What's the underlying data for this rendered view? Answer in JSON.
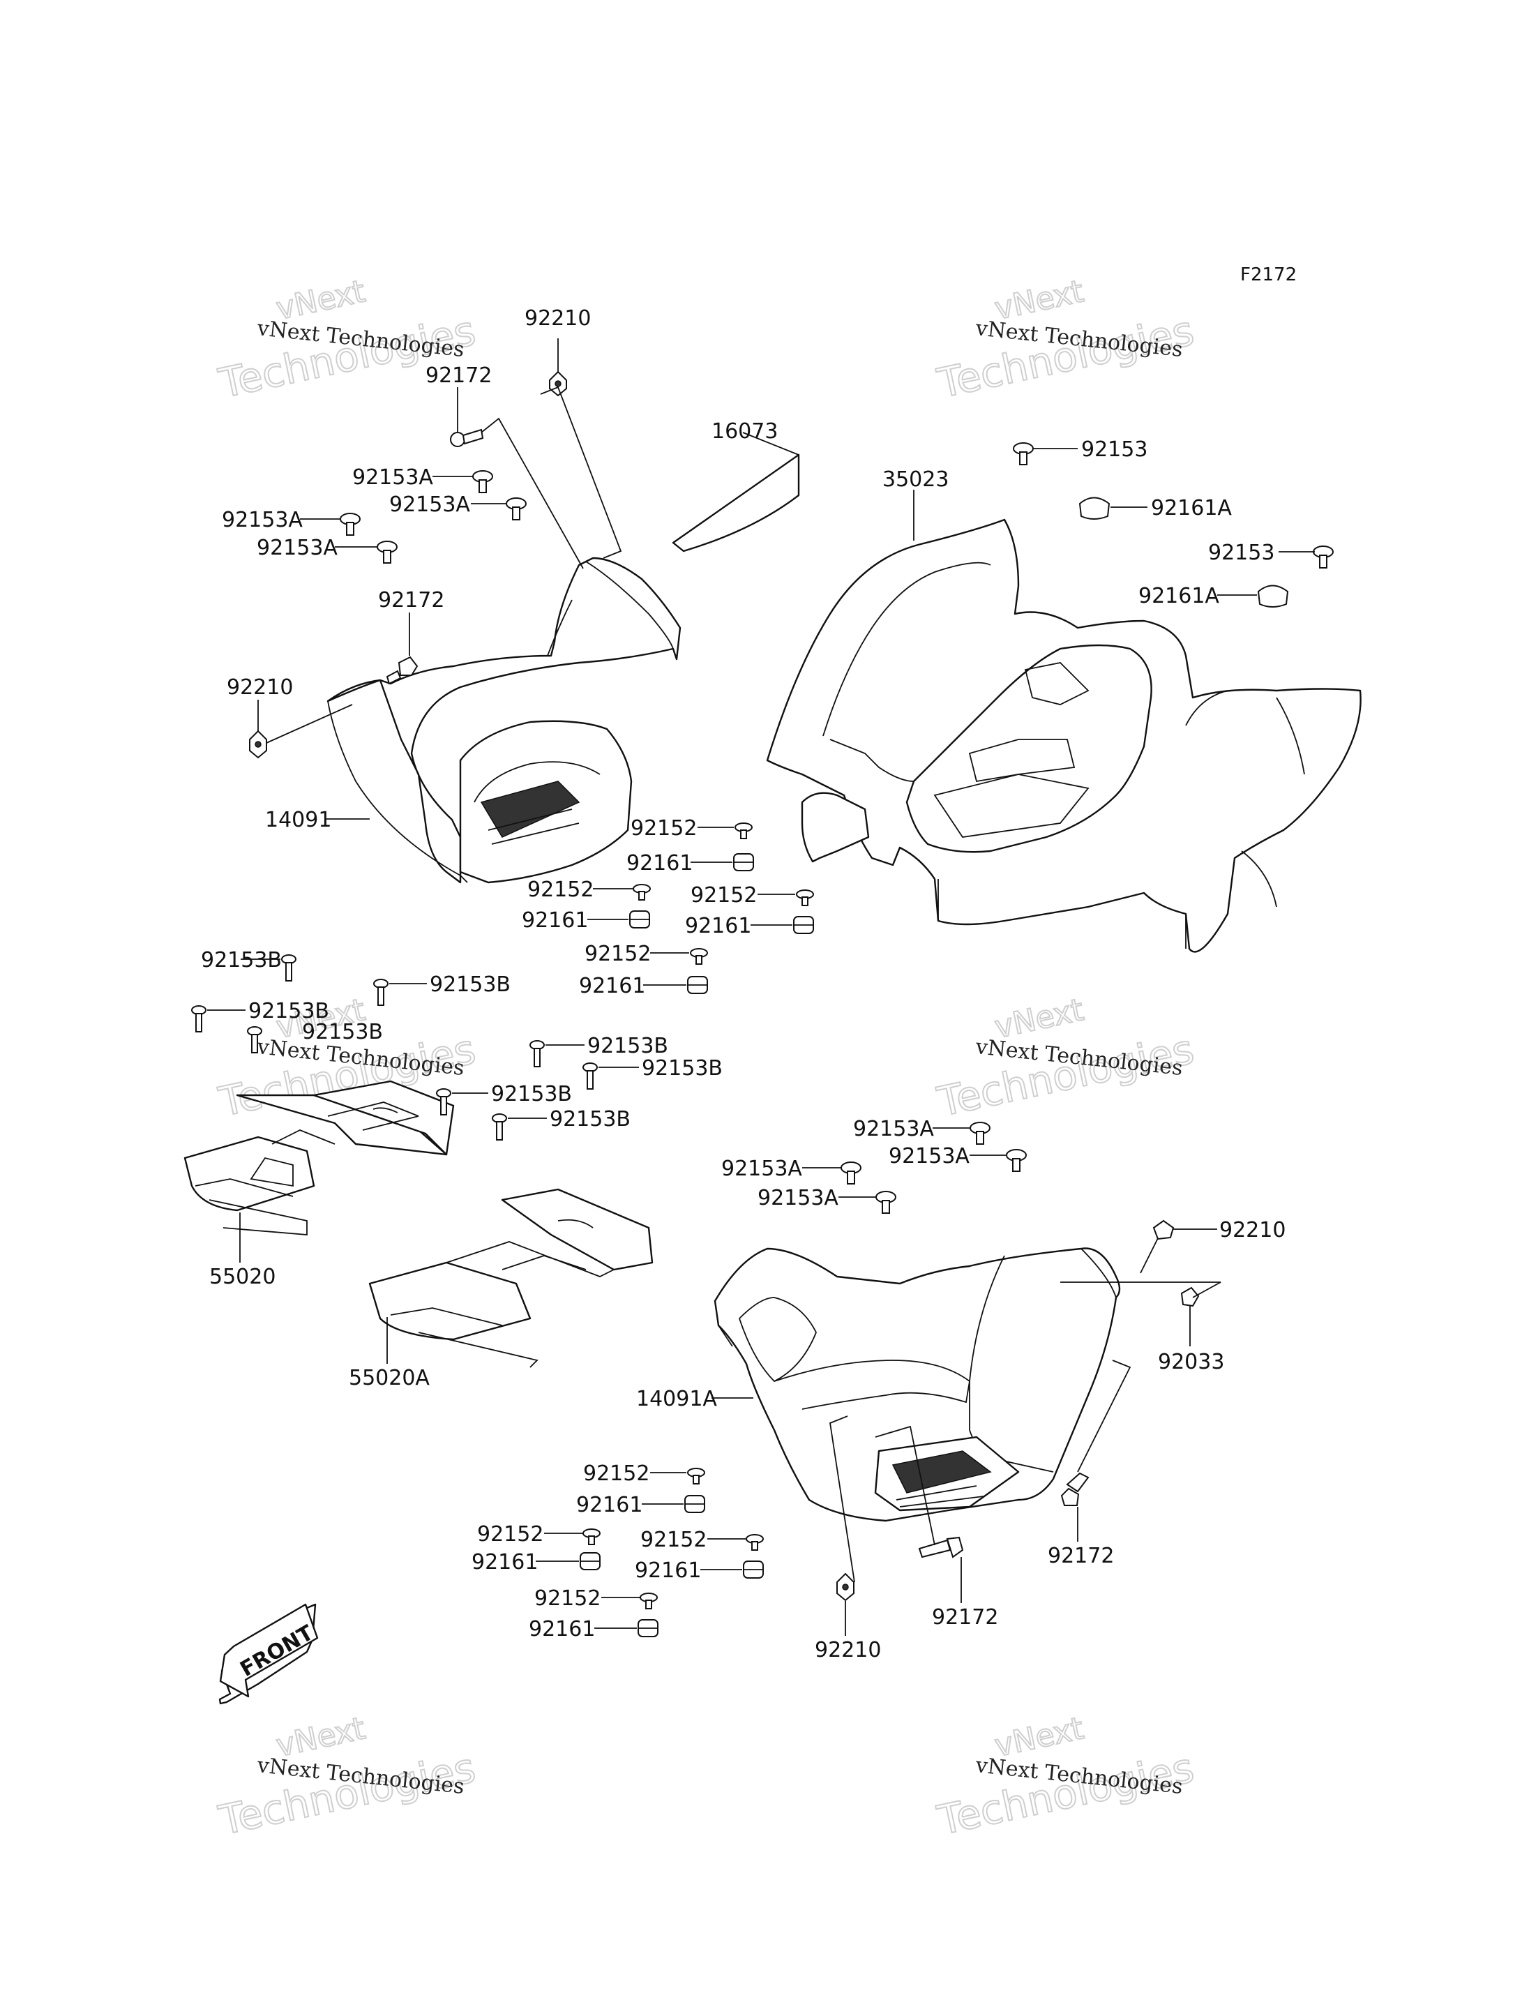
{
  "figure_code": "F2172",
  "watermark": {
    "line1": "vNext Technologies",
    "line2": "Technologies",
    "line0": "vNext"
  },
  "front_arrow_label": "FRONT",
  "callouts": [
    "92210",
    "92172",
    "16073",
    "35023",
    "92153",
    "92161A",
    "92153",
    "92161A",
    "92153A",
    "92153A",
    "92153A",
    "92153A",
    "92172",
    "92210",
    "14091",
    "92152",
    "92161",
    "92152",
    "92161",
    "92152",
    "92161",
    "92152",
    "92161",
    "92153B",
    "92153B",
    "92153B",
    "92153B",
    "92153B",
    "92153B",
    "92153B",
    "92153B",
    "55020",
    "55020A",
    "92153A",
    "92153A",
    "92153A",
    "92153A",
    "92210",
    "92033",
    "14091A",
    "92172",
    "92172",
    "92210",
    "92152",
    "92161",
    "92152",
    "92161",
    "92152",
    "92161",
    "92152",
    "92161"
  ]
}
